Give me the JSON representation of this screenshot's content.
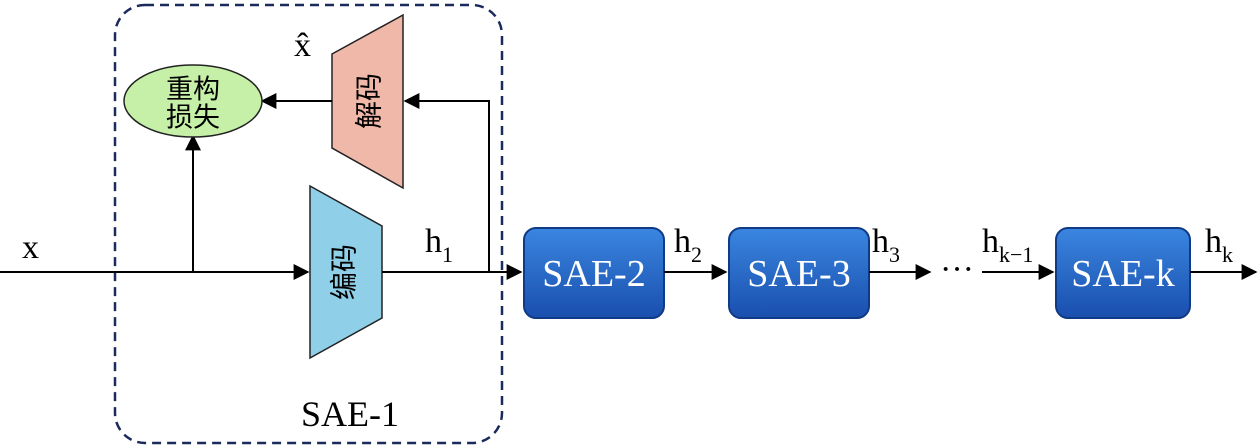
{
  "input_label": "x",
  "recon_output_label": "x̂",
  "recon_loss": {
    "line1": "重构",
    "line2": "损失"
  },
  "encoder_label": "编码",
  "decoder_label": "解码",
  "sae1_label": "SAE-1",
  "h1": {
    "base": "h",
    "sub": "1"
  },
  "h2": {
    "base": "h",
    "sub": "2"
  },
  "h3": {
    "base": "h",
    "sub": "3"
  },
  "hk_minus_1": {
    "base": "h",
    "sub": "k−1"
  },
  "hk": {
    "base": "h",
    "sub": "k"
  },
  "ellipsis": "···",
  "blocks": [
    "SAE-2",
    "SAE-3",
    "SAE-k"
  ],
  "colors": {
    "decoder_fill": "#f0b8a8",
    "encoder_fill": "#8fcfe8",
    "loss_fill": "#c6f0a8",
    "block_fill": "#1f5fbf",
    "block_fill_light": "#3a86e0",
    "dashed_border": "#1a2a5a"
  }
}
